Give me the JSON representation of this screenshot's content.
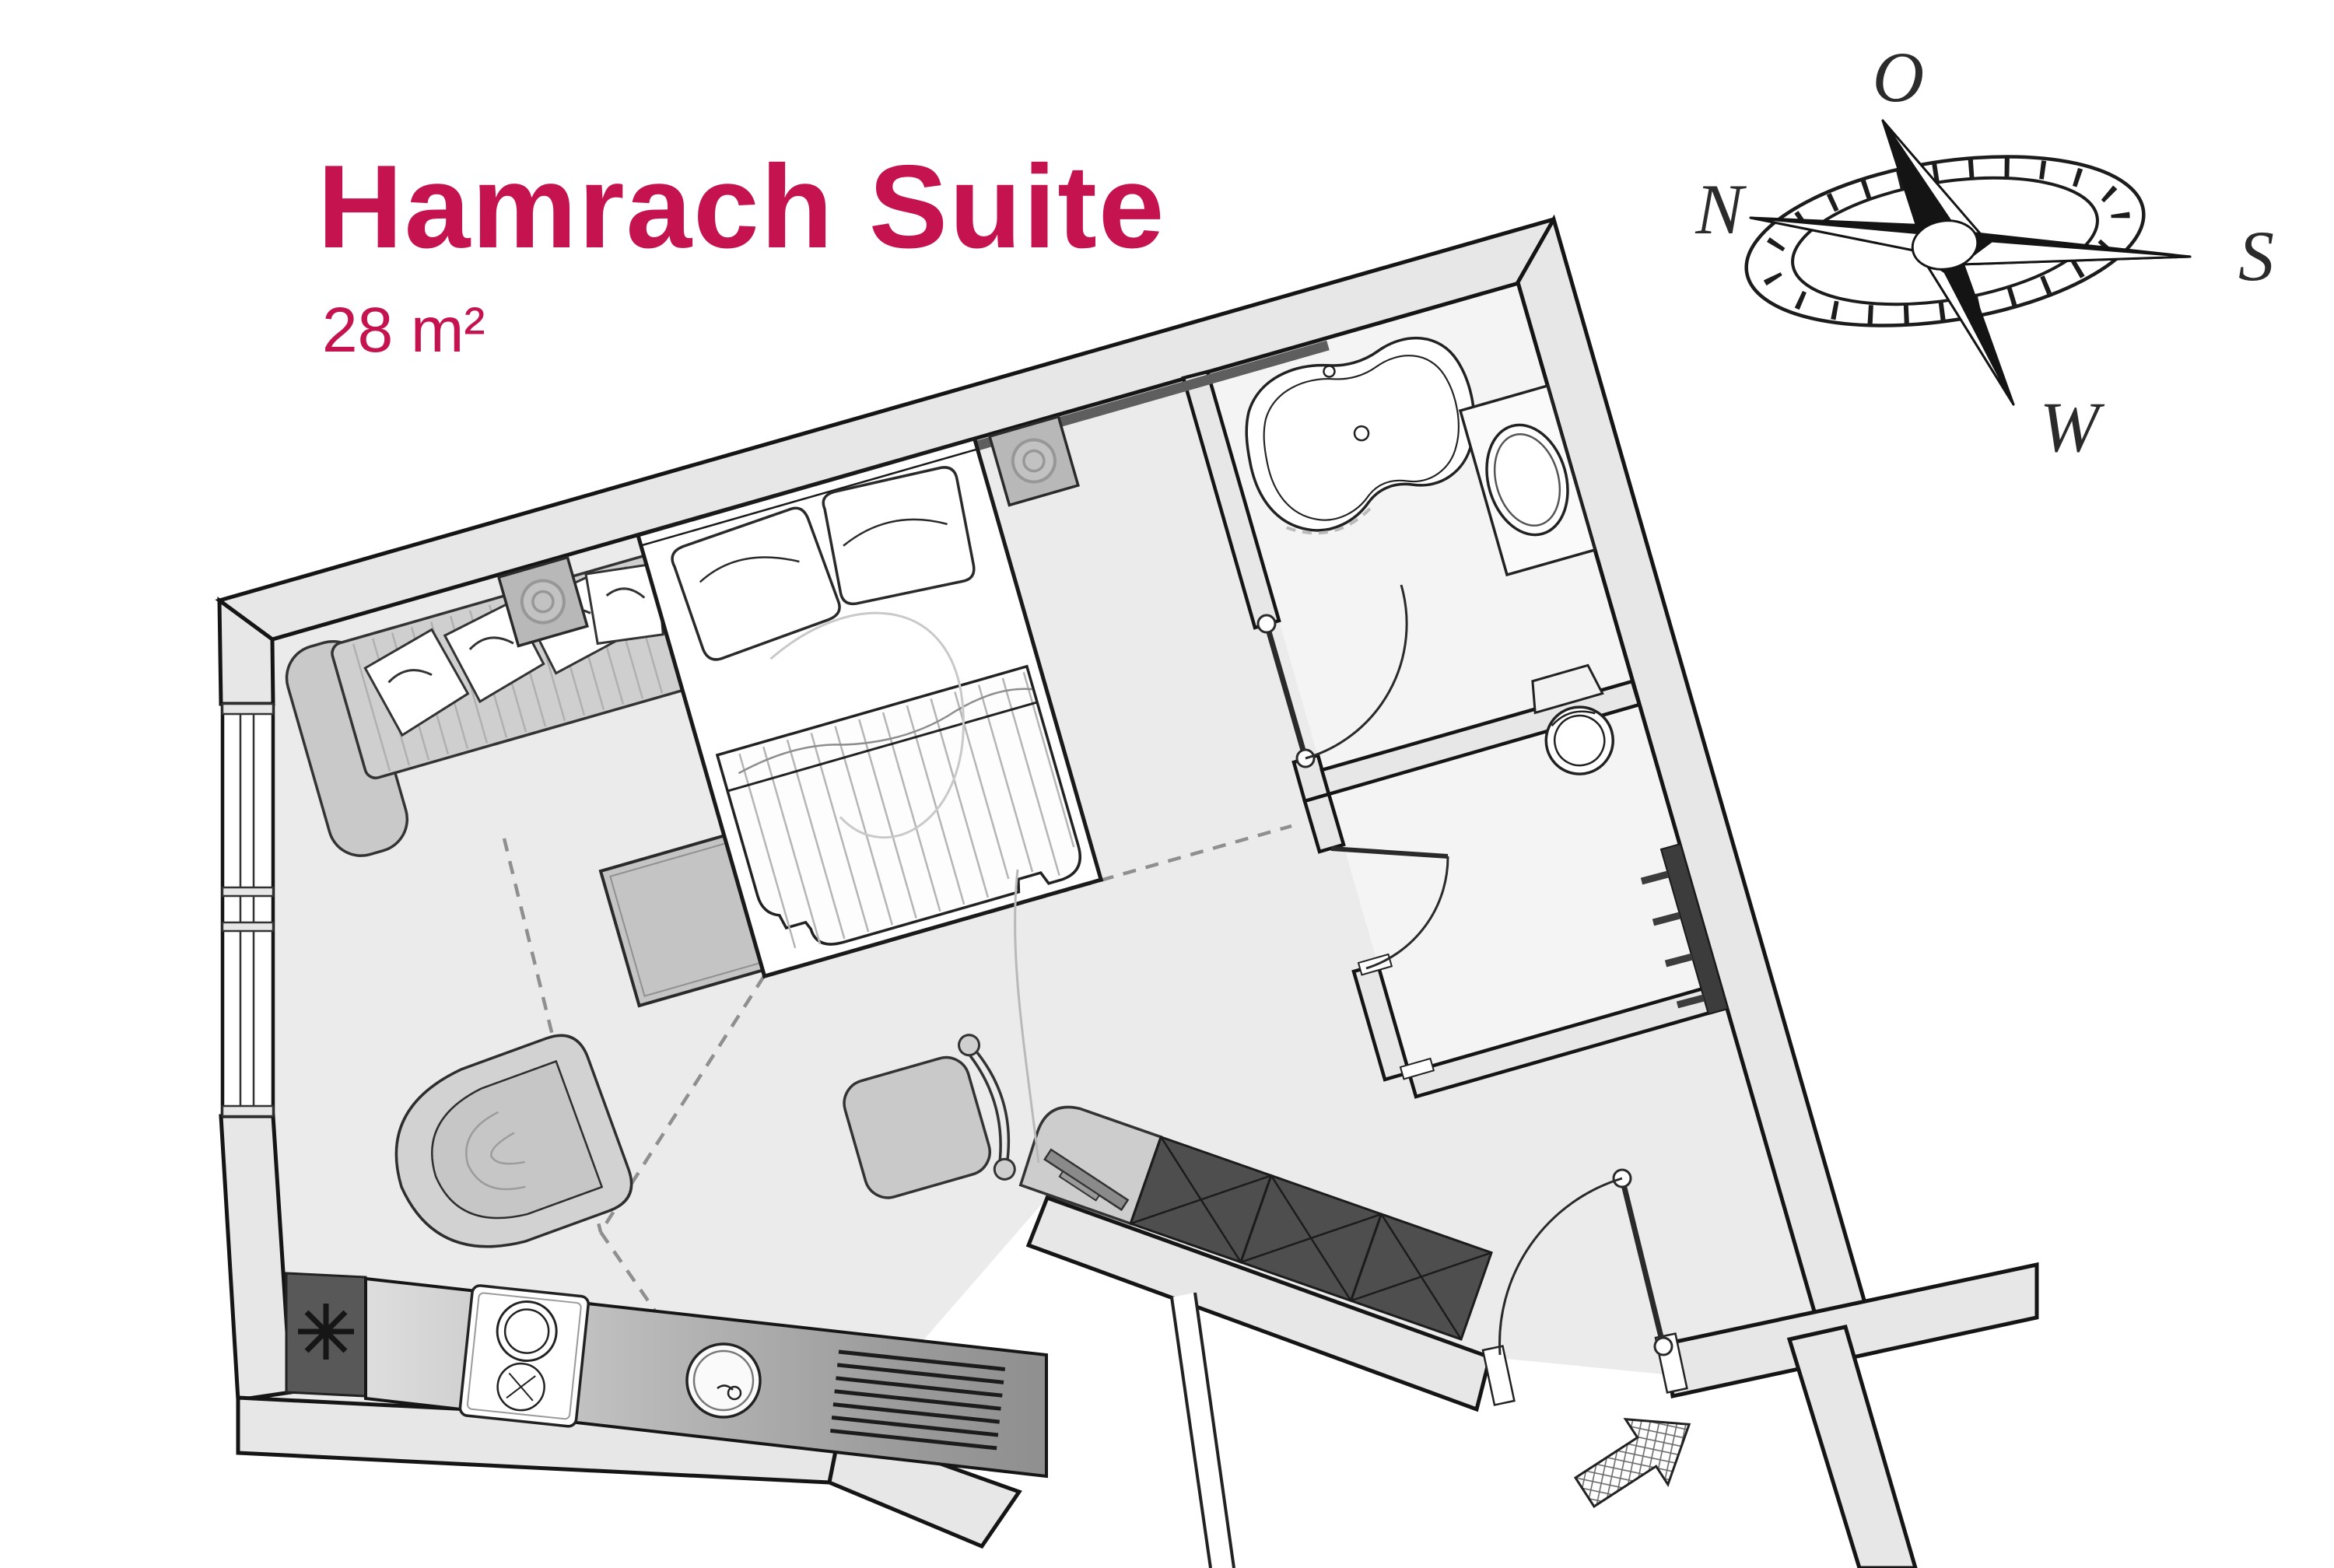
{
  "title": "Hamrach Suite",
  "area": "28 m²",
  "compass": {
    "n": "N",
    "o": "O",
    "s": "S",
    "w": "W"
  },
  "colors": {
    "accent": "#c4134e",
    "wall_fill": "#e7e7e7",
    "wall_stroke": "#151515",
    "floor": "#ebebeb",
    "bath_floor": "#f4f4f4",
    "furniture_gray": "#cccccc",
    "dark_unit": "#4e4e4e",
    "radiator": "#3c3c3c"
  },
  "plan": {
    "elements": [
      "sofa",
      "coffee-table",
      "lounge-chair",
      "desk-chair",
      "double-bed",
      "nightstand-left",
      "nightstand-right",
      "bathtub",
      "washbasin-vanity",
      "toilet",
      "kitchenette-counter",
      "fridge",
      "hob",
      "kitchen-sink",
      "drainer",
      "wardrobe",
      "tv-sideboard",
      "radiator",
      "entry-door",
      "bathroom-door",
      "wc-door",
      "window",
      "entrance-arrow-mat"
    ]
  }
}
